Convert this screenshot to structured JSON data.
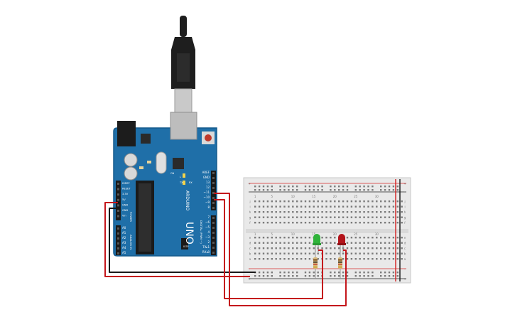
{
  "colors": {
    "board": "#1f6fa8",
    "board_edge": "#155a8c",
    "breadboard": "#e9e9e9",
    "rail_red": "#d62a2a",
    "rail_blue": "#222222",
    "wire_red": "#c4161c",
    "wire_black": "#1a1a1a",
    "led_green": "#2fb33a",
    "led_red": "#b3141b",
    "usb_plug": "#1e1e1e",
    "usb_metal": "#c9c9c9"
  },
  "arduino": {
    "model": "UNO",
    "brand": "ARDUINO",
    "power_header_title": "POWER",
    "analog_header_title": "ANALOG IN",
    "power_pins": [
      "IOREF",
      "RESET",
      "3.3V",
      "5V",
      "GND",
      "GND",
      "Vin"
    ],
    "analog_pins": [
      "A0",
      "A1",
      "A2",
      "A3",
      "A4",
      "A5"
    ],
    "digital_upper_pins": [
      "AREF",
      "GND",
      "13",
      "12",
      "~11",
      "~10",
      "~9",
      "8"
    ],
    "digital_lower_pins": [
      "7",
      "~6",
      "~5",
      "4",
      "~3",
      "2",
      "TX▸1",
      "RX◂0"
    ],
    "digital_title": "DIGITAL (PWM ~)",
    "small_labels": [
      "L",
      "TX",
      "RX",
      "ON",
      "ICSP"
    ]
  },
  "breadboard": {
    "row_letters_top": [
      "j",
      "i",
      "h",
      "g",
      "f"
    ],
    "row_letters_bottom": [
      "e",
      "d",
      "c",
      "b",
      "a"
    ],
    "column_numbers": [
      "1",
      "5",
      "10",
      "15",
      "20",
      "25",
      "30"
    ],
    "rail_signs": [
      "+",
      "-"
    ]
  },
  "components": [
    {
      "type": "led",
      "color": "green",
      "name": "green-led"
    },
    {
      "type": "led",
      "color": "red",
      "name": "red-led"
    },
    {
      "type": "resistor",
      "name": "resistor-green-led"
    },
    {
      "type": "resistor",
      "name": "resistor-red-led"
    }
  ]
}
